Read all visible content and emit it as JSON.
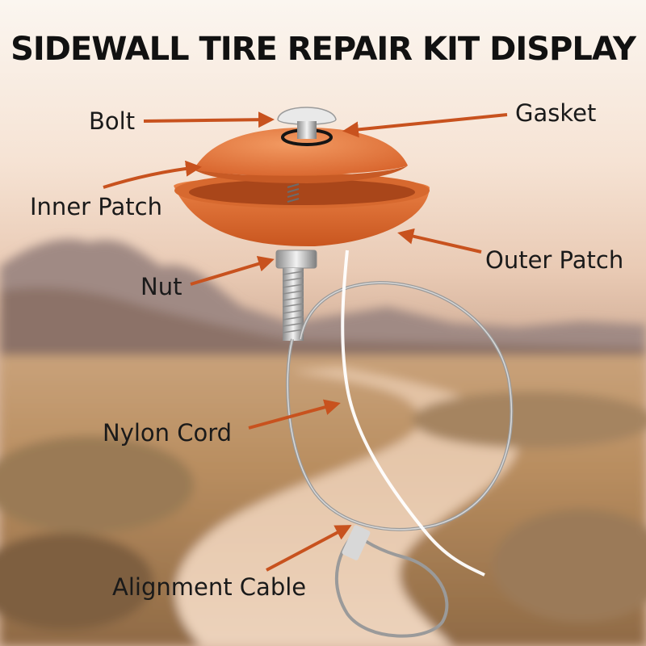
{
  "title": "SIDEWALL TIRE REPAIR KIT DISPLAY",
  "labels": {
    "bolt": "Bolt",
    "gasket": "Gasket",
    "inner_patch": "Inner Patch",
    "outer_patch": "Outer Patch",
    "nut": "Nut",
    "nylon_cord": "Nylon Cord",
    "alignment_cable": "Alignment Cable"
  },
  "colors": {
    "arrow": "#c8521e",
    "patch": "#e0713a",
    "title": "#111111"
  }
}
